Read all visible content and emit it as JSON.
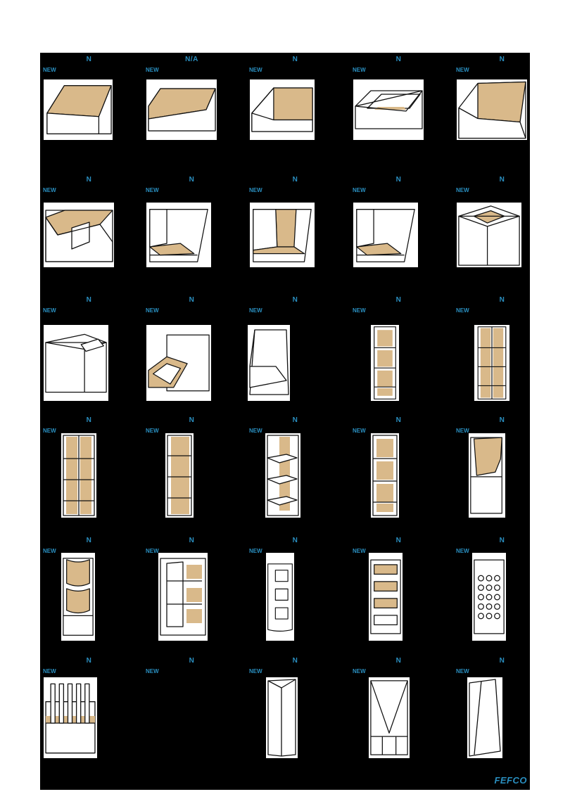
{
  "catalog": {
    "rows": [
      [
        {
          "code": "N",
          "new": "NEW",
          "kind": "tray"
        },
        {
          "code": "N/A",
          "new": "NEW",
          "kind": "tray-low"
        },
        {
          "code": "N",
          "new": "NEW",
          "kind": "tray-tall"
        },
        {
          "code": "N",
          "new": "NEW",
          "kind": "tray-flat"
        },
        {
          "code": "N",
          "new": "NEW",
          "kind": "tray-back"
        }
      ],
      [
        {
          "code": "N",
          "new": "NEW",
          "kind": "tray-divider"
        },
        {
          "code": "N",
          "new": "NEW",
          "kind": "tray-slope"
        },
        {
          "code": "N",
          "new": "NEW",
          "kind": "tray-slope-tall"
        },
        {
          "code": "N",
          "new": "NEW",
          "kind": "tray-slope"
        },
        {
          "code": "N",
          "new": "NEW",
          "kind": "box-lid"
        }
      ],
      [
        {
          "code": "N",
          "new": "NEW",
          "kind": "box-closed"
        },
        {
          "code": "N",
          "new": "NEW",
          "kind": "dispenser"
        },
        {
          "code": "N",
          "new": "NEW",
          "kind": "stand-small"
        },
        {
          "code": "N",
          "new": "NEW",
          "kind": "shelf-tall"
        },
        {
          "code": "N",
          "new": "NEW",
          "kind": "shelf-double"
        }
      ],
      [
        {
          "code": "N",
          "new": "NEW",
          "kind": "shelf-double"
        },
        {
          "code": "N",
          "new": "NEW",
          "kind": "shelf-narrow"
        },
        {
          "code": "N",
          "new": "NEW",
          "kind": "shelf-open"
        },
        {
          "code": "N",
          "new": "NEW",
          "kind": "shelf-tall"
        },
        {
          "code": "N",
          "new": "NEW",
          "kind": "header-bin"
        }
      ],
      [
        {
          "code": "N",
          "new": "NEW",
          "kind": "shelf-wave"
        },
        {
          "code": "N",
          "new": "NEW",
          "kind": "shelf-frame"
        },
        {
          "code": "N",
          "new": "NEW",
          "kind": "shelf-round"
        },
        {
          "code": "N",
          "new": "NEW",
          "kind": "shelf-window"
        },
        {
          "code": "N",
          "new": "NEW",
          "kind": "peg-board"
        }
      ],
      [
        {
          "code": "N",
          "new": "NEW",
          "kind": "bottle-rack"
        },
        {
          "code": "N",
          "new": "NEW",
          "kind": "empty"
        },
        {
          "code": "N",
          "new": "NEW",
          "kind": "column-tri"
        },
        {
          "code": "N",
          "new": "NEW",
          "kind": "column-v"
        },
        {
          "code": "N",
          "new": "NEW",
          "kind": "column-slant"
        }
      ]
    ],
    "logo_text": "FEFCO",
    "colors": {
      "accent": "#2a8fc0",
      "board": "#d9b98a",
      "line": "#111111"
    }
  }
}
